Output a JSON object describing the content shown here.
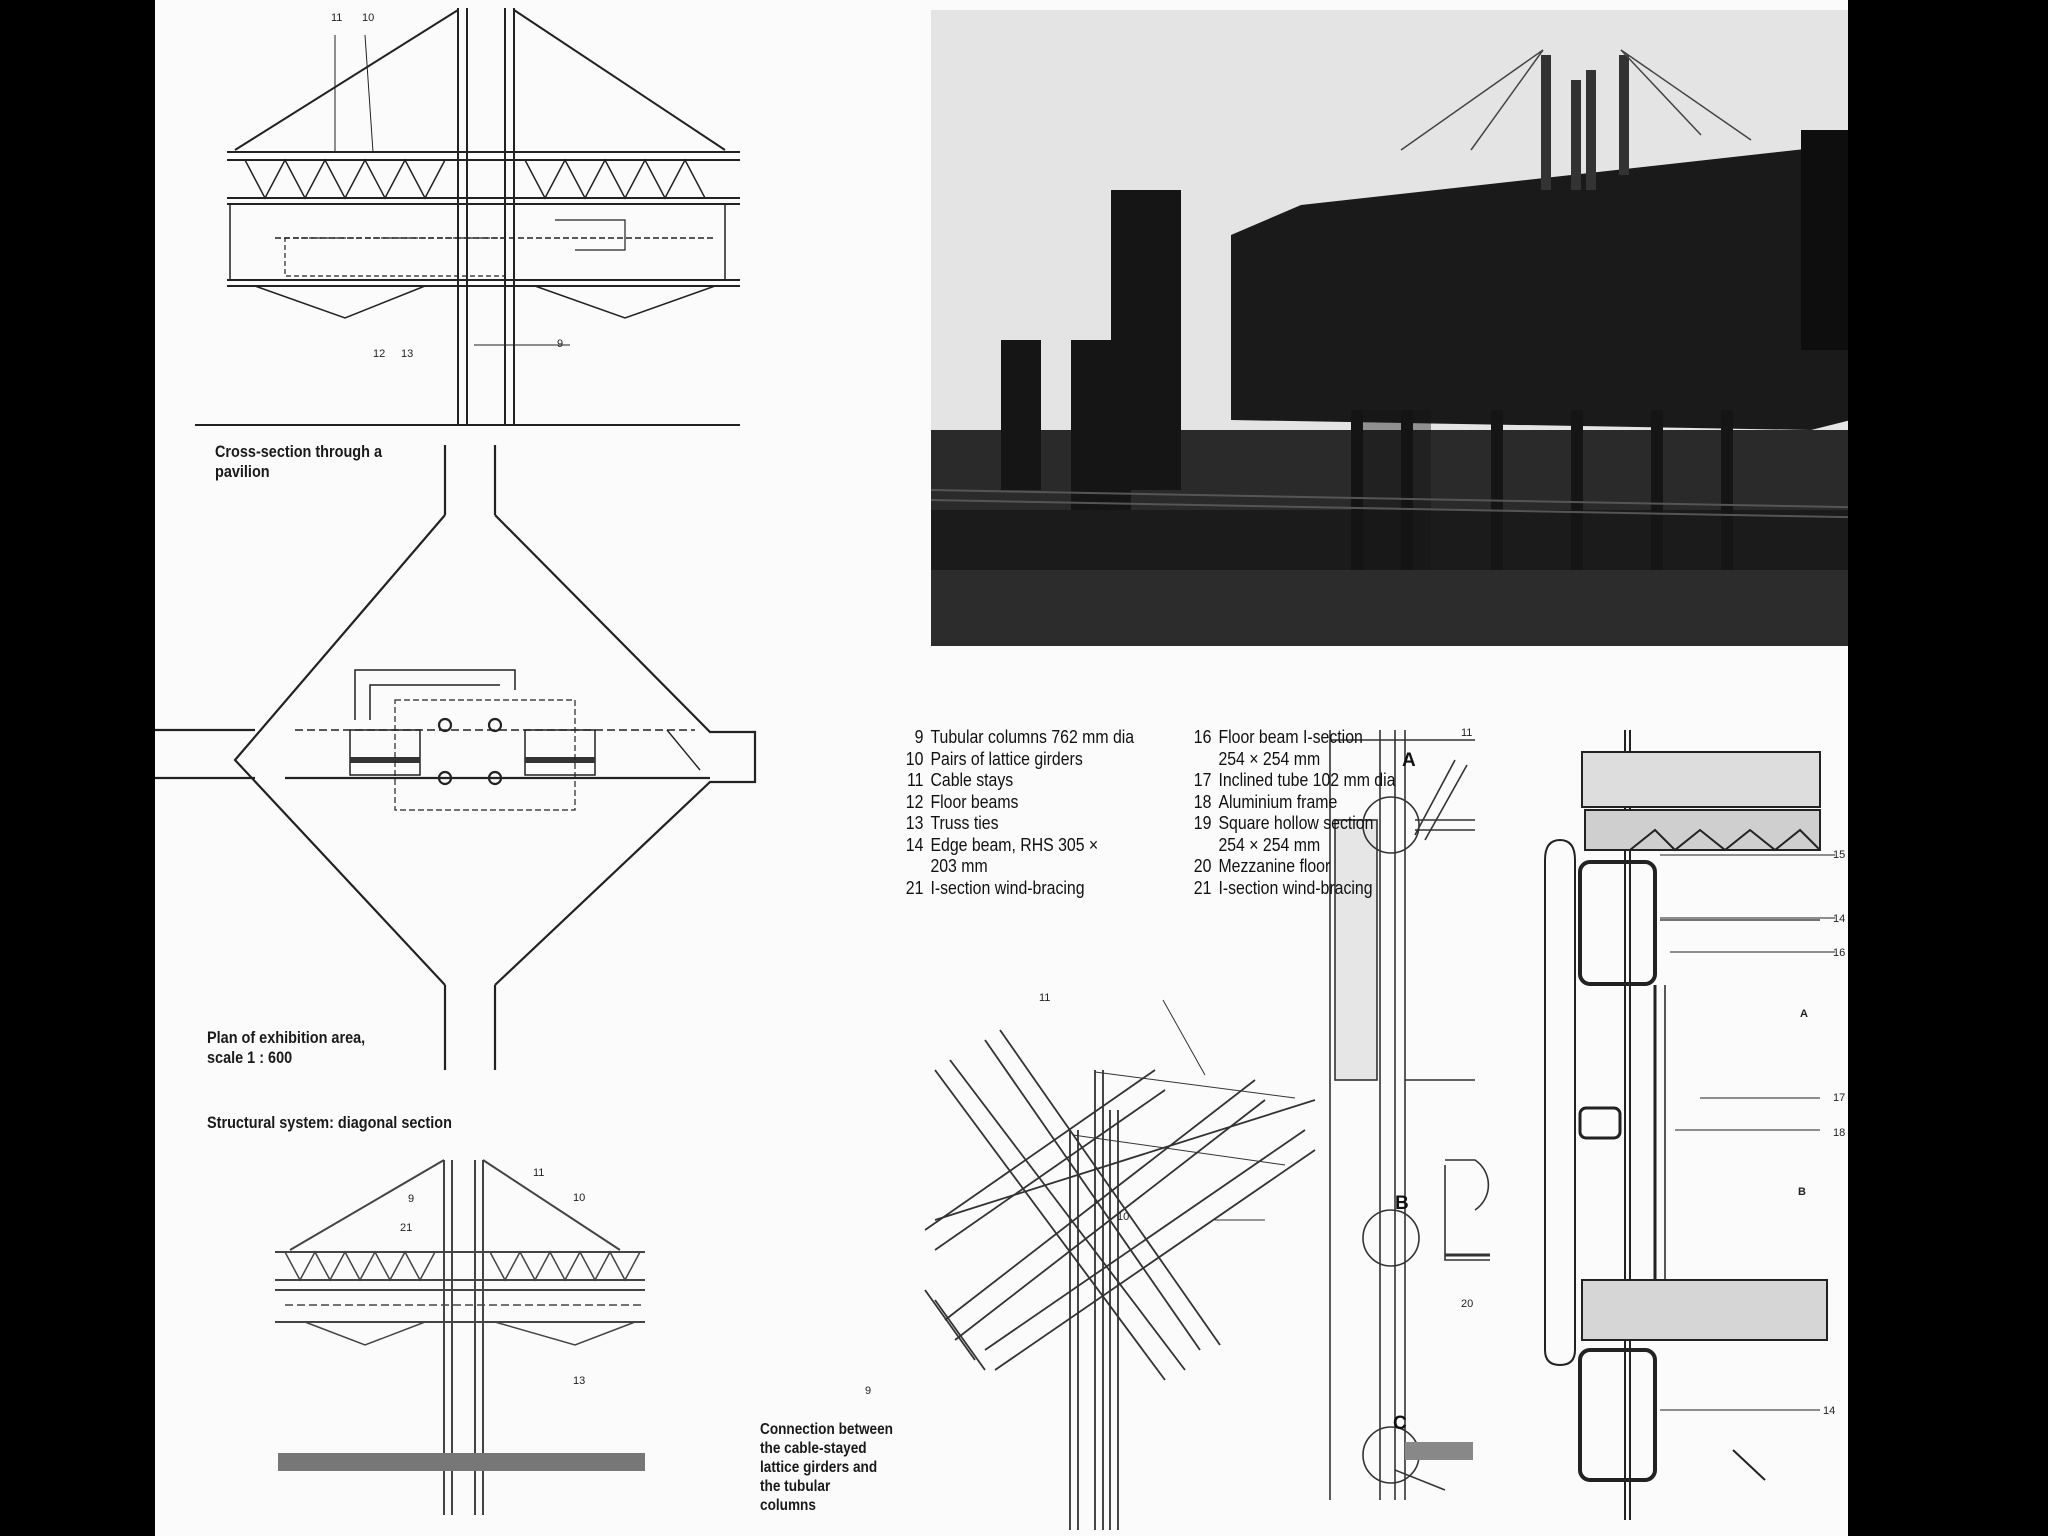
{
  "captions": {
    "cross_section": "Cross-section through a\npavilion",
    "plan": "Plan of exhibition area,\nscale 1 : 600",
    "structural": "Structural system: diagonal section",
    "connection": "Connection between\nthe cable-stayed\nlattice girders and\nthe tubular\ncolumns"
  },
  "legend_left": [
    {
      "num": "9",
      "text": "Tubular columns 762 mm dia"
    },
    {
      "num": "10",
      "text": "Pairs of lattice girders"
    },
    {
      "num": "11",
      "text": "Cable stays"
    },
    {
      "num": "12",
      "text": "Floor beams"
    },
    {
      "num": "13",
      "text": "Truss ties"
    },
    {
      "num": "14",
      "text": "Edge beam, RHS 305 ×\n203 mm"
    },
    {
      "num": "21",
      "text": "I-section wind-bracing"
    }
  ],
  "legend_right": [
    {
      "num": "16",
      "text": "Floor beam I-section\n254 × 254 mm"
    },
    {
      "num": "17",
      "text": "Inclined tube 102 mm dia"
    },
    {
      "num": "18",
      "text": "Aluminium frame"
    },
    {
      "num": "19",
      "text": "Square hollow section\n254 × 254 mm"
    },
    {
      "num": "20",
      "text": "Mezzanine floor"
    },
    {
      "num": "21",
      "text": "I-section wind-bracing"
    }
  ],
  "callouts": {
    "cs_11": "11",
    "cs_10": "10",
    "cs_12": "12",
    "cs_13": "13",
    "cs_9": "9",
    "ds_11": "11",
    "ds_10": "10",
    "ds_9": "9",
    "ds_21": "21",
    "ds_13": "13",
    "conn_11": "11",
    "conn_10": "10",
    "conn_9": "9",
    "det_11": "11",
    "det_20": "20",
    "det_A": "A",
    "det_B": "B",
    "det_C": "C",
    "det2_15": "15",
    "det2_14": "14",
    "det2_16": "16",
    "det2_A": "A",
    "det2_17": "17",
    "det2_18": "18",
    "det2_B": "B",
    "det2_14b": "14"
  }
}
